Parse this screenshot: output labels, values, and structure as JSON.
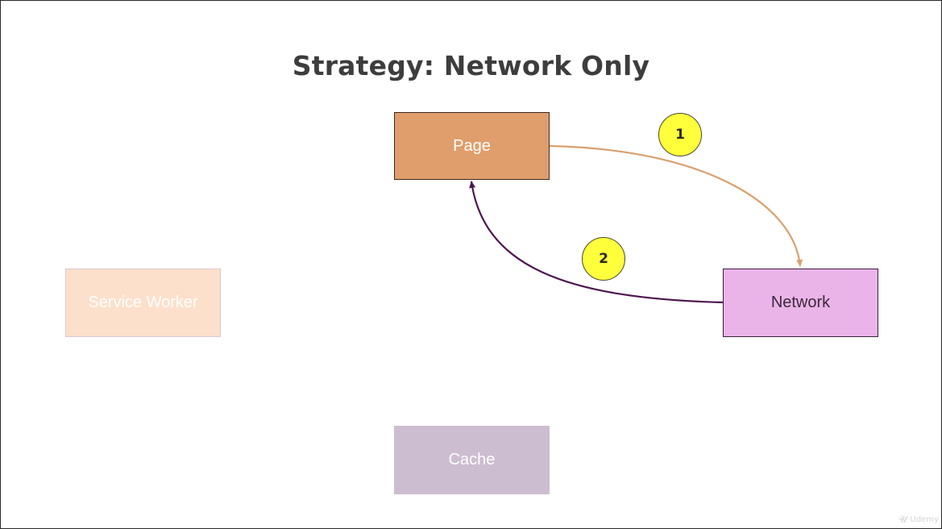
{
  "title": "Strategy: Network Only",
  "nodes": {
    "page": "Page",
    "network": "Network",
    "service_worker": "Service Worker",
    "cache": "Cache"
  },
  "steps": [
    "1",
    "2"
  ],
  "colors": {
    "page": "#df9e6b",
    "network": "#ebb4e9",
    "service_worker": "#fde0cb",
    "cache": "#cdbdd0",
    "request_arrow": "#d9a06d",
    "response_arrow": "#4d1650",
    "badge": "#ffff3c"
  },
  "watermark": {
    "text": "Udemy",
    "icon": "udemy-logo-icon"
  }
}
